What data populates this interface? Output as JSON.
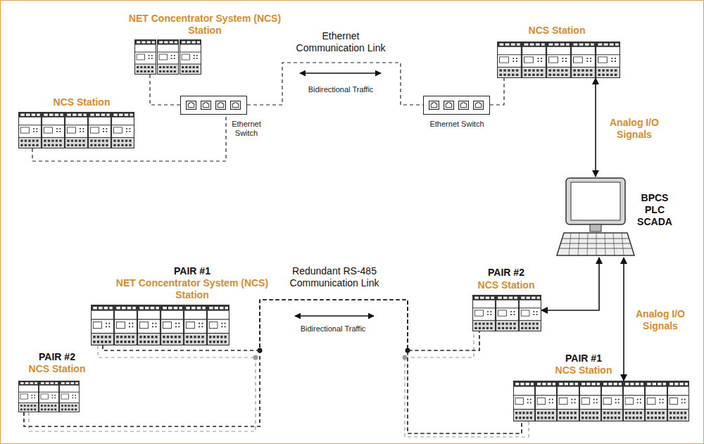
{
  "diagram": {
    "nodes": [
      {
        "text": [
          "NET Concentrator System (NCS) Station"
        ]
      },
      {
        "text": [
          "NCS Station"
        ]
      },
      {
        "text": [
          "Ethernet Switch"
        ]
      },
      {
        "text": [
          "Ethernet Switch"
        ]
      },
      {
        "text": [
          "NCS Station"
        ]
      },
      {
        "text": [
          "BPCS PLC SCADA"
        ]
      },
      {
        "text": [
          "PAIR #1",
          "NET Concentrator System (NCS) Station"
        ]
      },
      {
        "text": [
          "PAIR #2",
          "NCS Station"
        ]
      },
      {
        "text": [
          "PAIR #2",
          "NCS Station"
        ]
      },
      {
        "text": [
          "PAIR #1",
          "NCS Station"
        ]
      }
    ],
    "edges": [
      {
        "from": 0,
        "to": 2,
        "arrow": "none"
      },
      {
        "from": 1,
        "to": 2,
        "arrow": "none"
      },
      {
        "from": 2,
        "to": 3,
        "arrow": "none"
      },
      {
        "from": 3,
        "to": 4,
        "arrow": "none"
      },
      {
        "from": 4,
        "to": 5,
        "label": "Analog I/O Signals",
        "arrow": "both"
      },
      {
        "from": 8,
        "to": 5,
        "arrow": "both"
      },
      {
        "from": 9,
        "to": 5,
        "label": "Analog I/O Signals",
        "arrow": "both"
      },
      {
        "from": 6,
        "to": 8,
        "arrow": "none"
      },
      {
        "from": 6,
        "to": 9,
        "arrow": "none"
      },
      {
        "from": 7,
        "to": 8,
        "arrow": "none"
      },
      {
        "from": 7,
        "to": 9,
        "arrow": "none"
      }
    ],
    "labels": [
      "Ethernet Communication Link",
      "Bidirectional Traffic",
      "Redundant RS-485 Communication Link",
      "Bidirectional Traffic"
    ]
  }
}
